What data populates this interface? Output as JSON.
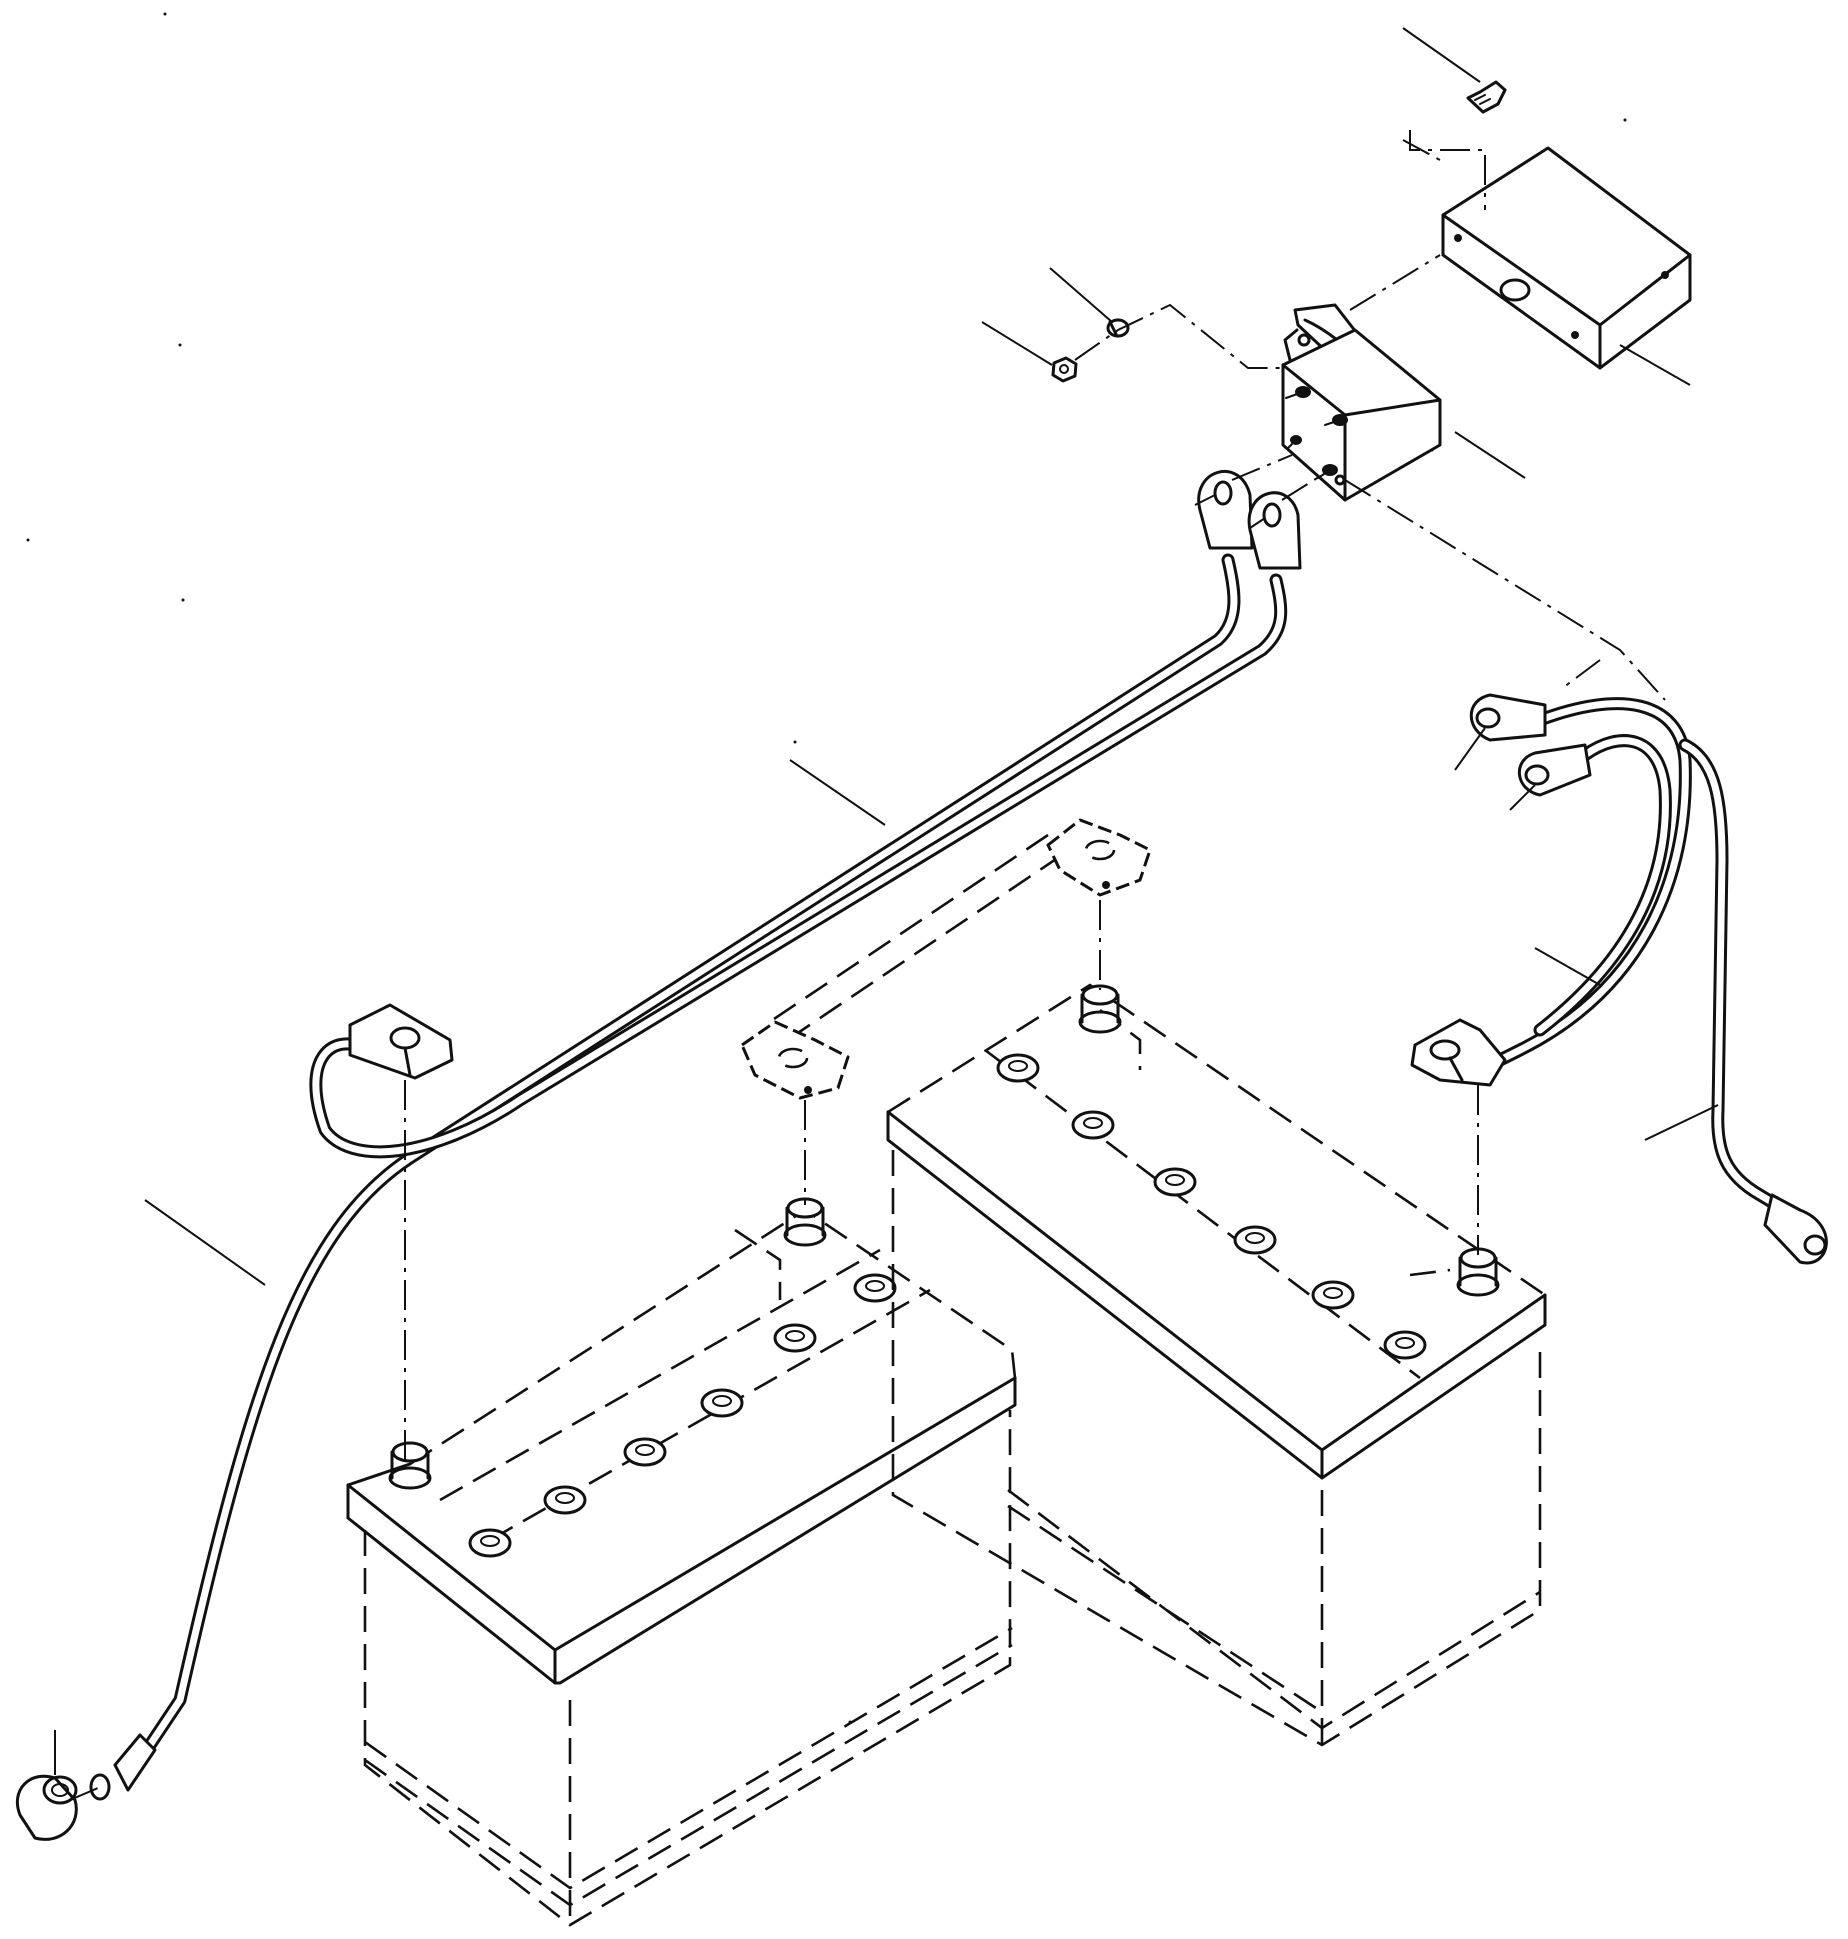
{
  "figure": {
    "kind": "exploded-parts-illustration",
    "ink_color": "#111111",
    "paper_color": "#ffffff",
    "parts": [
      {
        "name": "battery-left"
      },
      {
        "name": "battery-right"
      },
      {
        "name": "relay-box-cover"
      },
      {
        "name": "relay-solenoid"
      },
      {
        "name": "cover-screw"
      },
      {
        "name": "relay-nut"
      },
      {
        "name": "relay-lock-washer"
      },
      {
        "name": "positive-cable-pair"
      },
      {
        "name": "negative-cable-pair"
      },
      {
        "name": "ground-cable"
      },
      {
        "name": "battery-jumper-cable"
      },
      {
        "name": "terminal-clamp"
      },
      {
        "name": "ground-nut"
      }
    ]
  }
}
